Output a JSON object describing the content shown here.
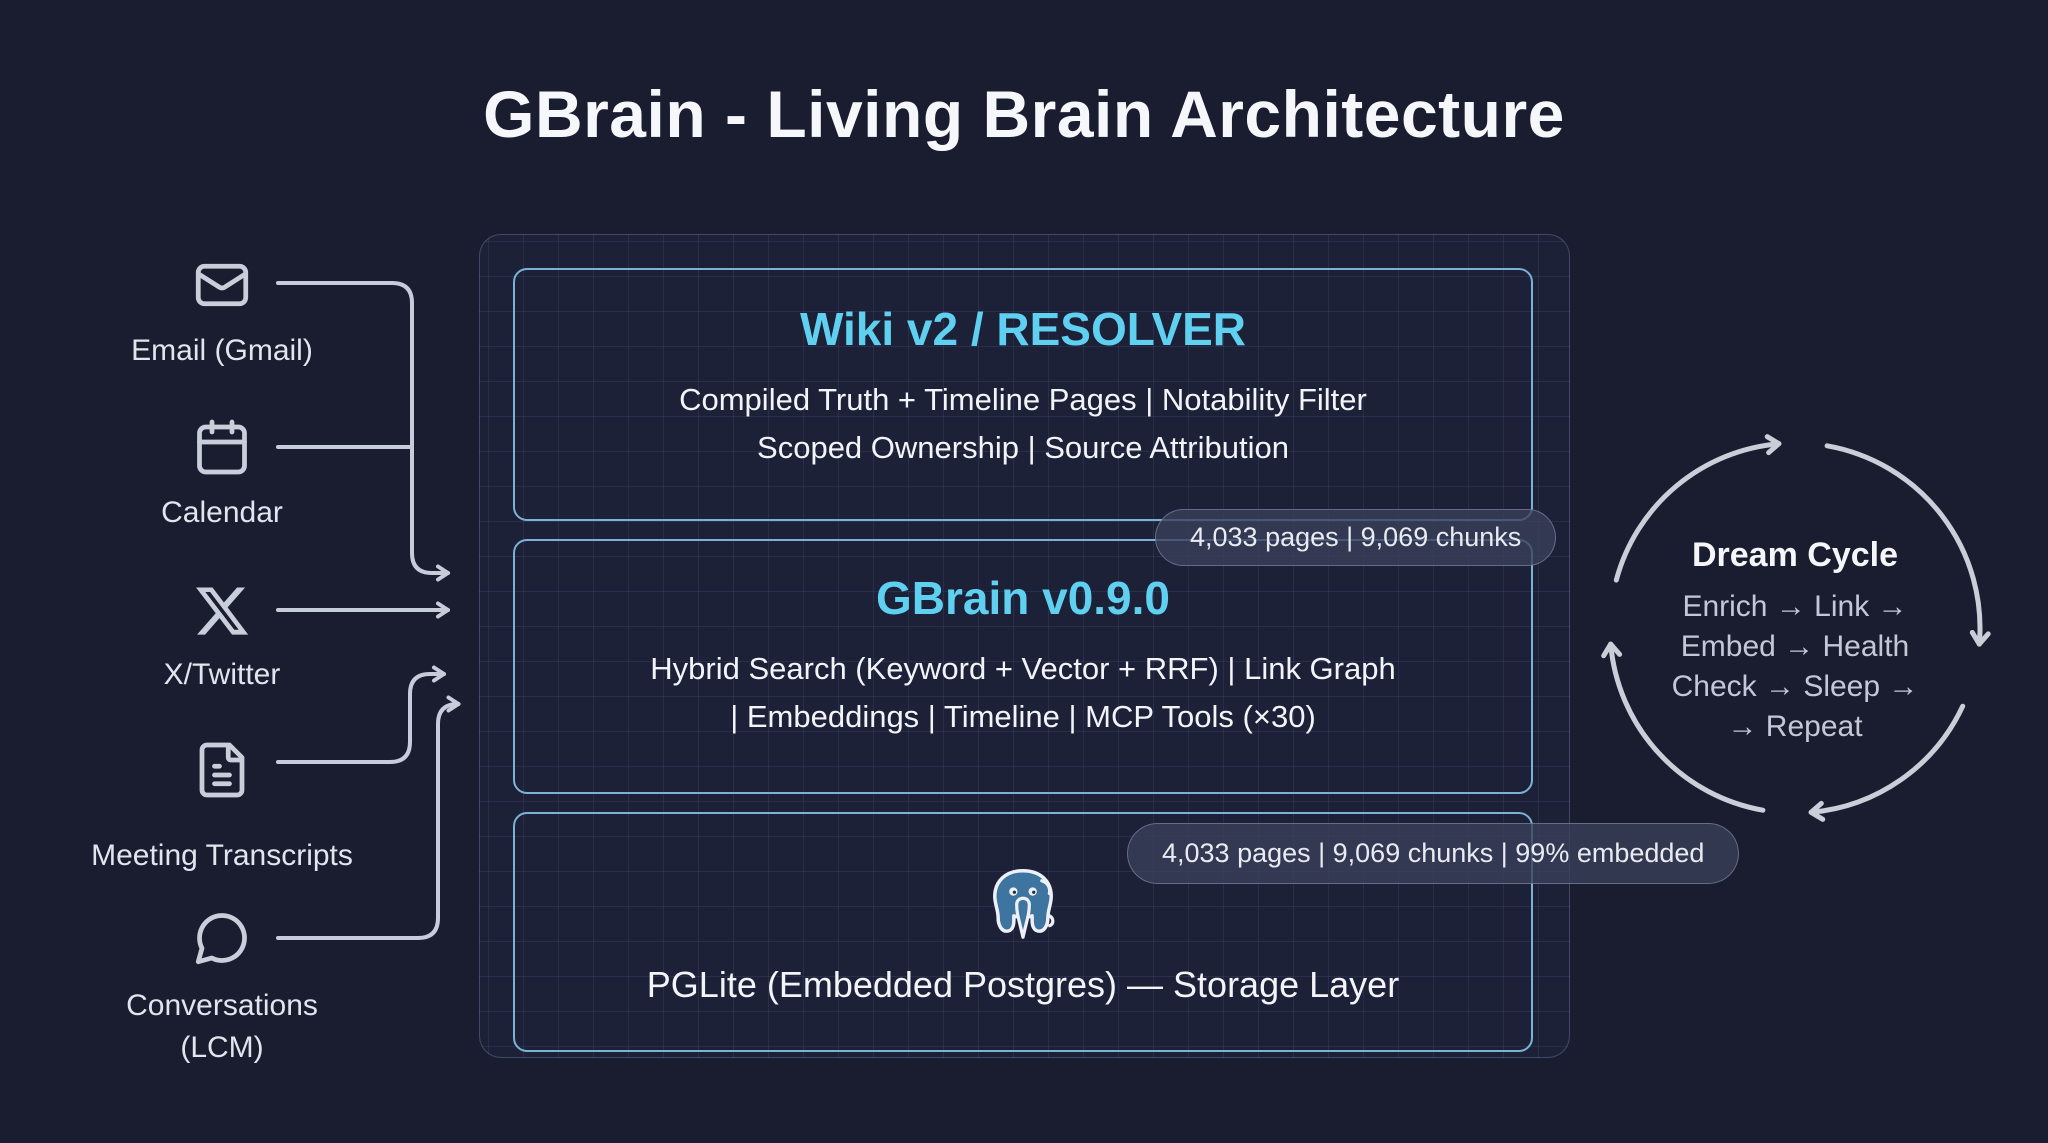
{
  "title": "GBrain - Living Brain Architecture",
  "sources": [
    {
      "icon": "mail-icon",
      "label": "Email (Gmail)"
    },
    {
      "icon": "calendar-icon",
      "label": "Calendar"
    },
    {
      "icon": "x-twitter-icon",
      "label": "X/Twitter"
    },
    {
      "icon": "document-icon",
      "label": "Meeting Transcripts"
    },
    {
      "icon": "chat-bubble-icon",
      "label": "Conversations (LCM)"
    }
  ],
  "layers": {
    "wiki": {
      "title": "Wiki v2 / RESOLVER",
      "line1": "Compiled Truth + Timeline Pages | Notability Filter",
      "line2": "Scoped Ownership | Source Attribution"
    },
    "gbrain": {
      "title": "GBrain v0.9.0",
      "line1": "Hybrid Search (Keyword + Vector + RRF) | Link Graph",
      "line2": "| Embeddings | Timeline | MCP Tools (×30)"
    },
    "storage": {
      "icon": "postgres-elephant-icon",
      "label": "PGLite (Embedded Postgres) — Storage Layer"
    }
  },
  "badges": {
    "wiki_stats": "4,033 pages | 9,069 chunks",
    "storage_stats": "4,033 pages | 9,069 chunks | 99% embedded"
  },
  "dream_cycle": {
    "title": "Dream Cycle",
    "lines": [
      "Enrich → Link →",
      "Embed → Health",
      "Check → Sleep →",
      "→ Repeat"
    ]
  },
  "colors": {
    "background": "#1a1d2f",
    "accent_cyan": "#5fd0f0",
    "box_border": "#7cb2d6",
    "connector_line": "#c6ccd9",
    "badge_background": "#3a405a",
    "postgres_blue": "#3d74a0"
  }
}
